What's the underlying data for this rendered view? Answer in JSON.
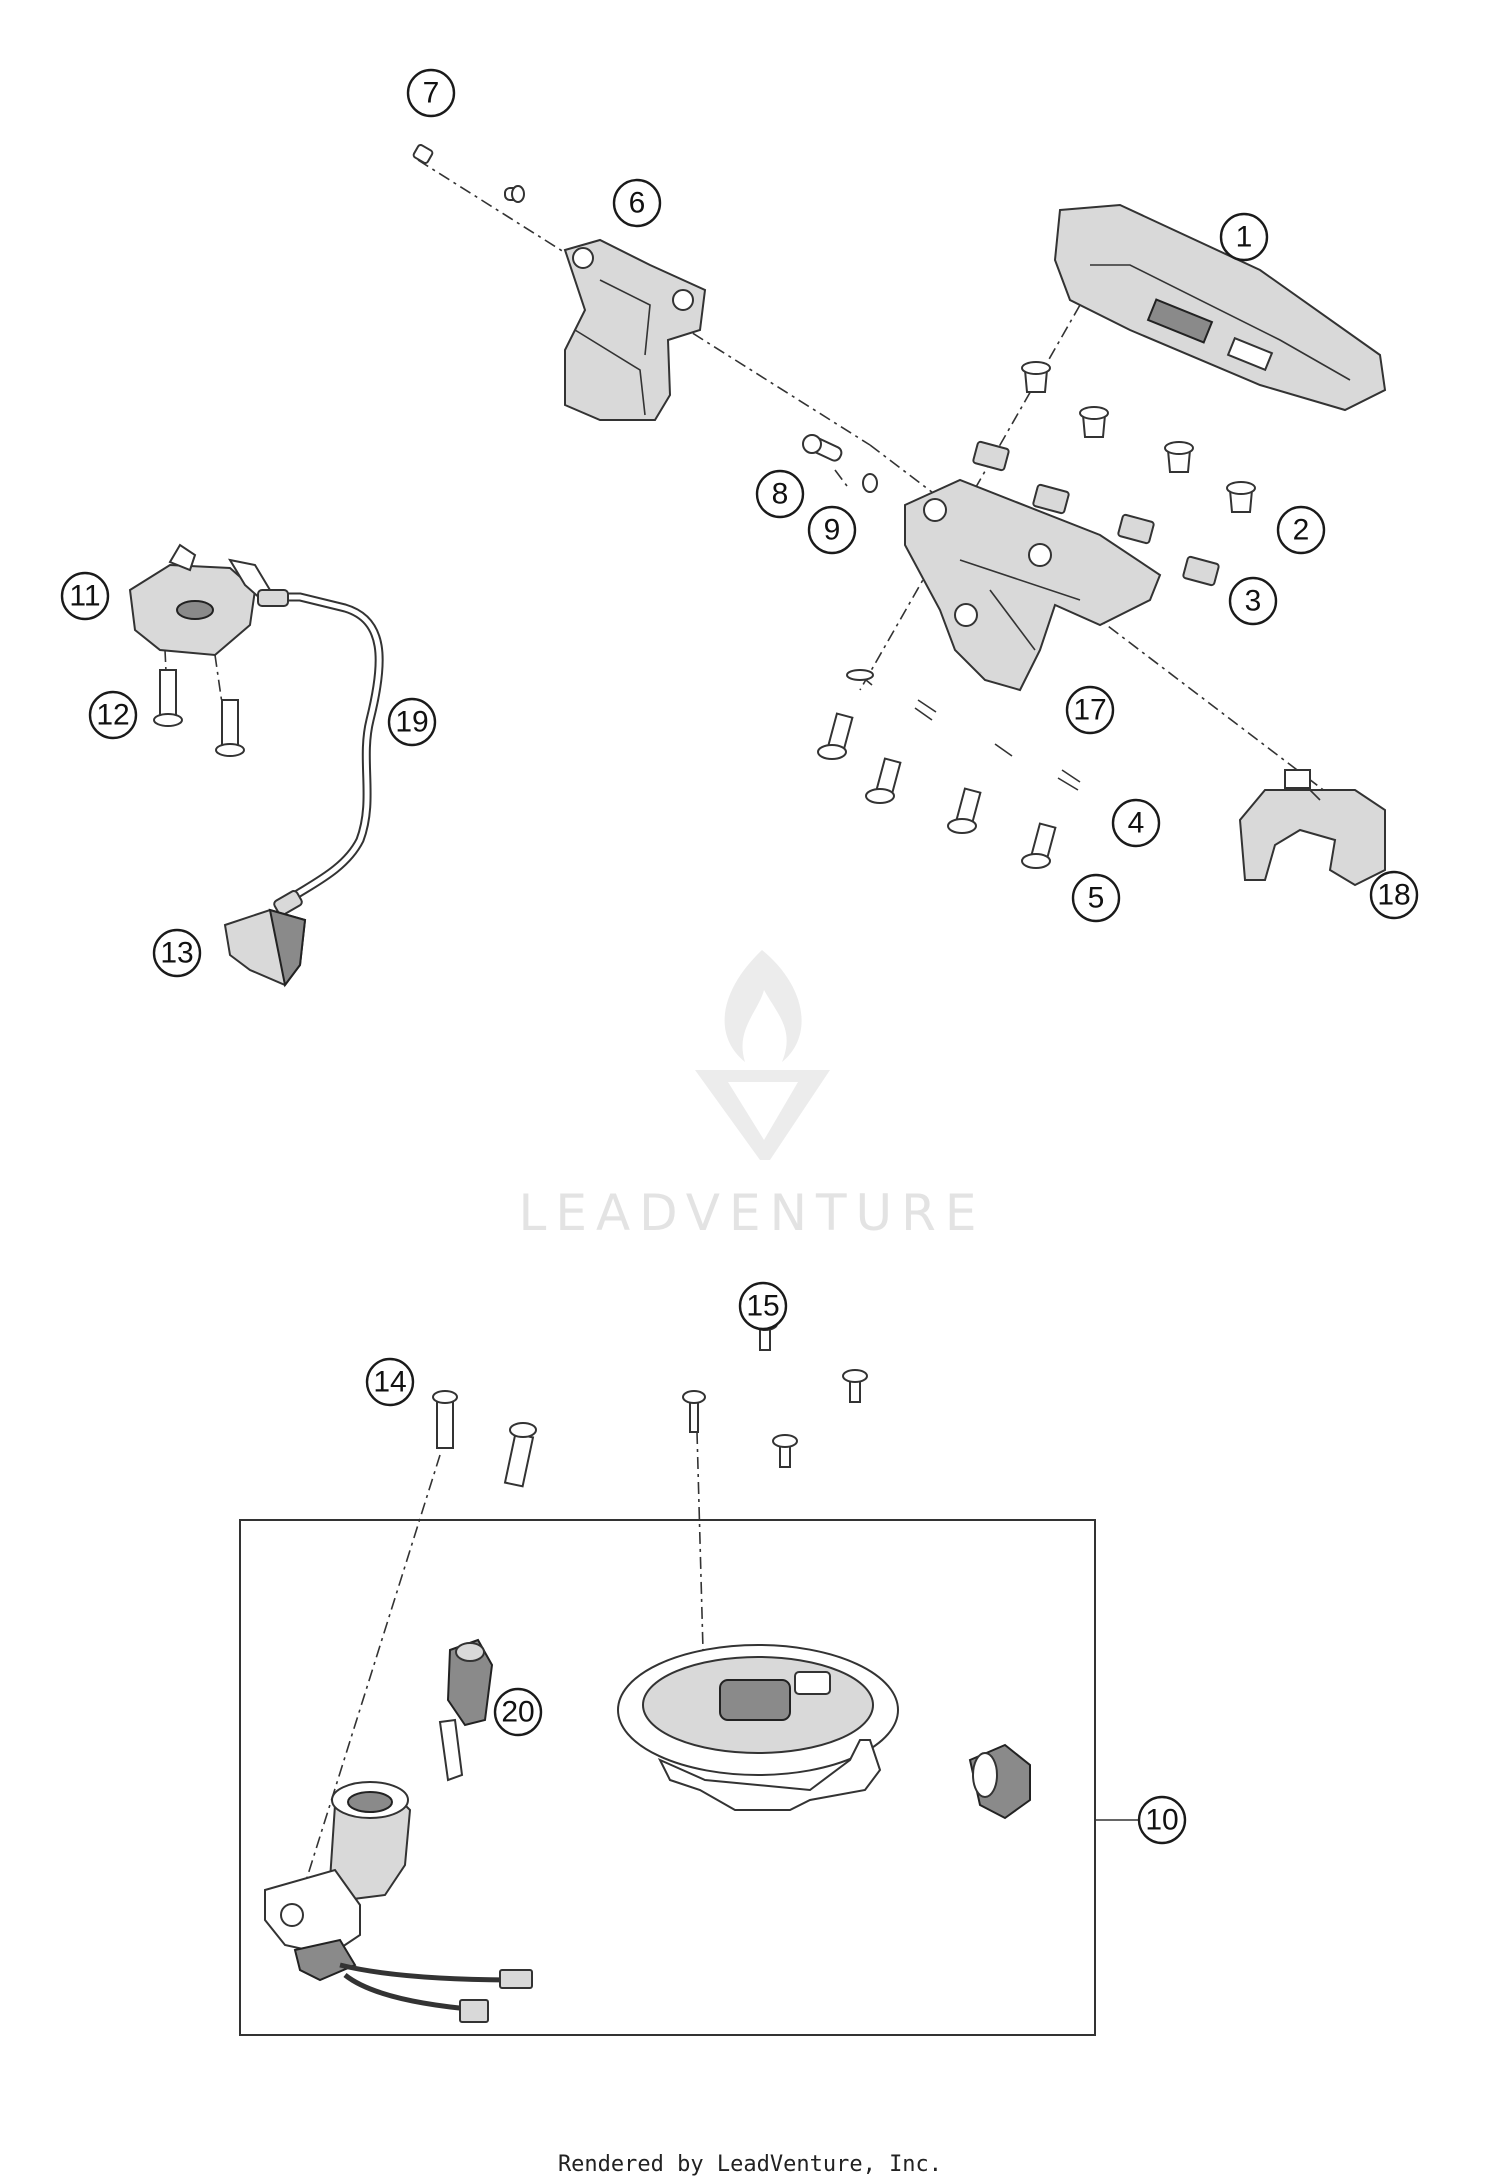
{
  "watermark": {
    "brand": "LEADVENTURE"
  },
  "footer": {
    "credit": "Rendered by LeadVenture, Inc."
  },
  "callouts": {
    "c1": "1",
    "c2": "2",
    "c3": "3",
    "c4": "4",
    "c5": "5",
    "c6": "6",
    "c7": "7",
    "c8": "8",
    "c9": "9",
    "c10": "10",
    "c11": "11",
    "c12": "12",
    "c13": "13",
    "c14": "14",
    "c15": "15",
    "c17": "17",
    "c18": "18",
    "c19": "19",
    "c20": "20"
  }
}
